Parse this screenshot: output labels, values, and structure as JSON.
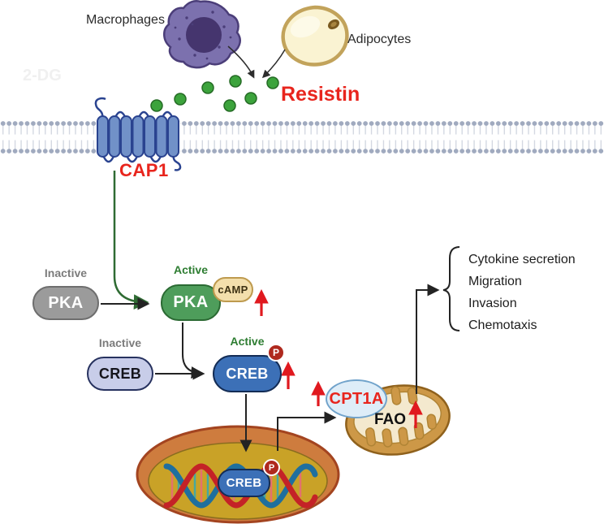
{
  "watermark": "2-DG",
  "cells": {
    "macrophages_label": "Macrophages",
    "adipocytes_label": "Adipocytes"
  },
  "ligand": {
    "name": "Resistin"
  },
  "receptor": {
    "name": "CAP1"
  },
  "nodes": {
    "pka_inactive": {
      "label": "PKA",
      "state": "Inactive"
    },
    "pka_active": {
      "label": "PKA",
      "state": "Active",
      "cofactor": "cAMP"
    },
    "creb_inactive": {
      "label": "CREB",
      "state": "Inactive"
    },
    "creb_active": {
      "label": "CREB",
      "state": "Active",
      "modification": "P"
    },
    "creb_nuclear": {
      "label": "CREB",
      "modification": "P"
    }
  },
  "enzymes": {
    "cpt1a_label": "CPT1A",
    "fao_label": "FAO"
  },
  "outputs": [
    "Cytokine secretion",
    "Migration",
    "Invasion",
    "Chemotaxis"
  ],
  "colors": {
    "resistin_red": "#e8251d",
    "up_arrow_red": "#e0191f",
    "active_green": "#2e7d32",
    "inactive_gray": "#7c7c7c",
    "signal_green": "#2f6b33",
    "pka_active_fill": "#4e9d5b",
    "pka_inactive_fill": "#9b9b9b",
    "creb_active_fill": "#3c70b7",
    "creb_inactive_fill": "#c8cde9",
    "camp_fill": "#f3dfac",
    "receptor_blue": "#7191c8",
    "ligand_green": "#3ca33c",
    "nucleus_rim": "#ce7c3e",
    "nucleus_fill": "#c9a227",
    "mitochondrion_fill": "#cd9847",
    "cpt1a_fill": "#deedf8",
    "macrophage_purple": "#7c71ae",
    "adipocyte_cream": "#faf3d2"
  }
}
